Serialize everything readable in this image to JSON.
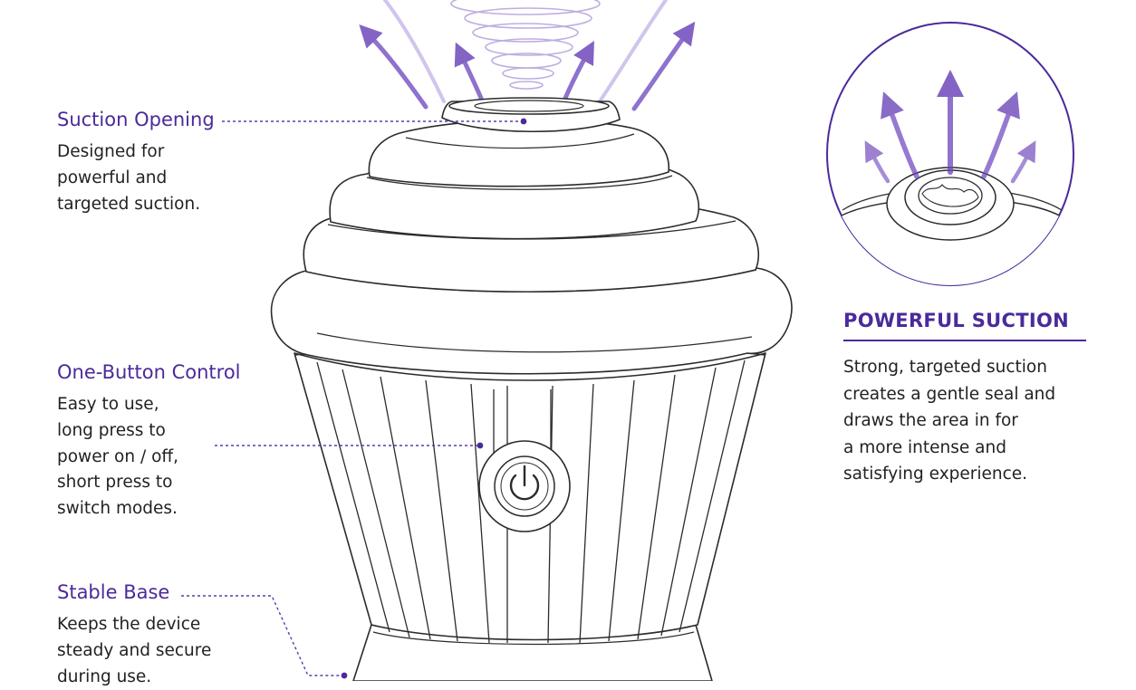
{
  "callouts": {
    "suction_opening": {
      "title": "Suction Opening",
      "lines": [
        "Designed for",
        "powerful and",
        "targeted suction."
      ]
    },
    "one_button": {
      "title": "One-Button Control",
      "lines": [
        "Easy to use,",
        "long press to",
        "power on / off,",
        "short press to",
        "switch modes."
      ]
    },
    "stable_base": {
      "title": "Stable Base",
      "lines": [
        "Keeps the device",
        "steady and secure",
        "during use."
      ]
    }
  },
  "feature": {
    "title": "POWERFUL SUCTION",
    "lines": [
      "Strong, targeted suction",
      "creates a gentle seal and",
      "draws the area in for",
      "a more intense and",
      "satisfying experience."
    ]
  },
  "icons": {
    "power": "power-icon",
    "arrow": "suction-arrow-icon"
  },
  "colors": {
    "accent": "#4b2a9a",
    "outline": "#2b2b2b",
    "text": "#222222"
  }
}
